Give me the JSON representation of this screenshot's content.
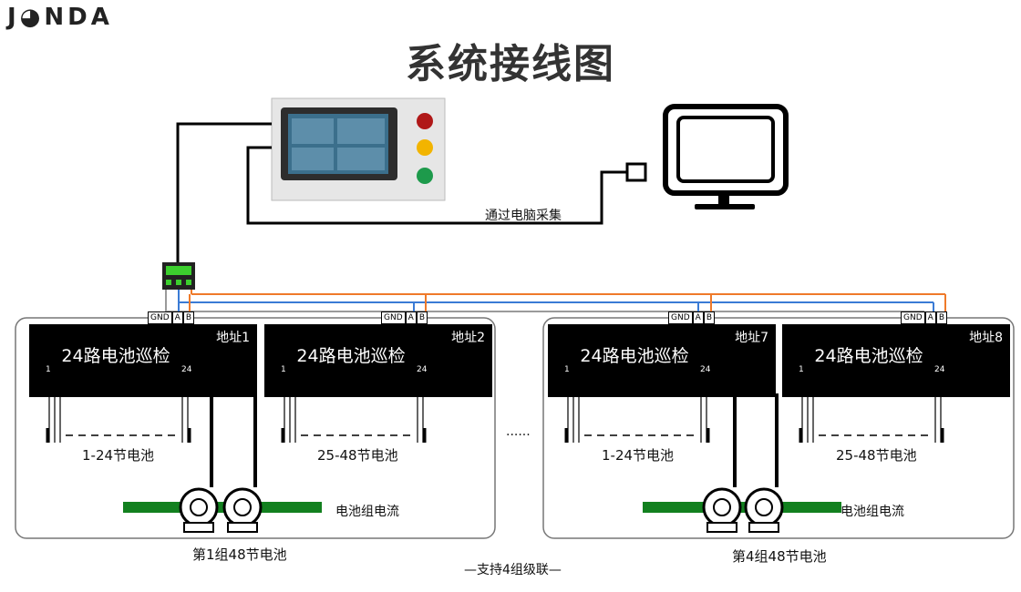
{
  "logo": "J◕NDA",
  "title": "系统接线图",
  "hmi_label": "通过电脑采集",
  "module_name": "24路电池巡检",
  "terminal": [
    "GND",
    "A",
    "B"
  ],
  "range_start": "1",
  "range_end": "24",
  "modules": [
    {
      "addr": "地址1",
      "cells": "1-24节电池"
    },
    {
      "addr": "地址2",
      "cells": "25-48节电池"
    },
    {
      "addr": "地址7",
      "cells": "1-24节电池"
    },
    {
      "addr": "地址8",
      "cells": "25-48节电池"
    }
  ],
  "current_label": "电池组电流",
  "ellipsis": "......",
  "group1_label": "第1组48节电池",
  "group4_label": "第4组48节电池",
  "cascade_label": "—支持4组级联—",
  "colors": {
    "rs485_a": "#3a7bd5",
    "rs485_b": "#ef7a2a",
    "gnd": "#9a9a9a",
    "busbar": "#12801f"
  }
}
